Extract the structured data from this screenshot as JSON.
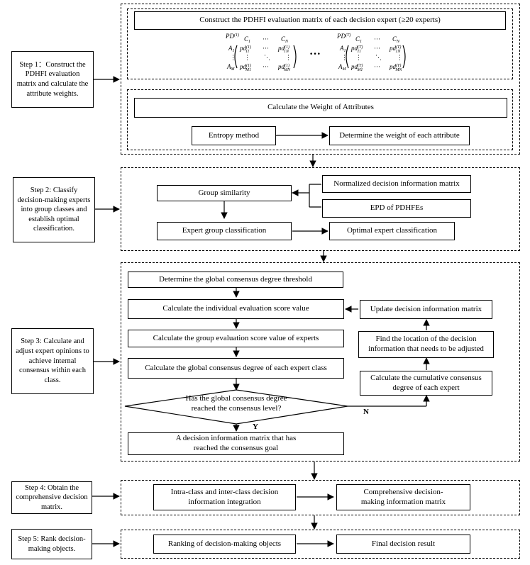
{
  "steps": {
    "step1": "Step 1：Construct the PDHFI evaluation matrix and calculate the attribute weights.",
    "step2": "Step 2: Classify decision-making experts into group classes and establish optimal classification.",
    "step3": "Step 3: Calculate and adjust expert opinions to achieve internal consensus within each class.",
    "step4": "Step 4: Obtain the comprehensive decision matrix.",
    "step5": "Step 5: Rank decision-making objects."
  },
  "stage1": {
    "construct": "Construct the PDHFI evaluation matrix  of each decision expert (≥20 experts)",
    "weight_title": "Calculate the Weight of  Attributes",
    "entropy": "Entropy method",
    "determine_weight": "Determine the weight of each attribute",
    "ellipsis": "···",
    "matrix1": {
      "pd": "PD",
      "sup": "(1)",
      "c1": "C",
      "c1sub": "1",
      "cn": "C",
      "cnsub": "N",
      "a1": "A",
      "a1sub": "1",
      "am": "A",
      "amsub": "M",
      "e11": "pd",
      "e11sup": "(1)",
      "e11sub": "11",
      "e1n": "pd",
      "e1nsup": "(1)",
      "e1nsub": "1N",
      "em1": "pd",
      "em1sup": "(1)",
      "em1sub": "M1",
      "emn": "pd",
      "emnsup": "(1)",
      "emnsub": "MN"
    },
    "matrix2": {
      "pd": "PD",
      "sup": "(T)",
      "c1": "C",
      "c1sub": "1",
      "cn": "C",
      "cnsub": "N",
      "a1": "A",
      "a1sub": "1",
      "am": "A",
      "amsub": "M",
      "e11": "pd",
      "e11sup": "(T)",
      "e11sub": "11",
      "e1n": "pd",
      "e1nsup": "(T)",
      "e1nsub": "1N",
      "em1": "pd",
      "em1sup": "(T)",
      "em1sub": "M1",
      "emn": "pd",
      "emnsup": "(T)",
      "emnsub": "MN"
    }
  },
  "stage2": {
    "group_similarity": "Group similarity",
    "normalized": "Normalized decision information matrix",
    "epd": "EPD of PDHFEs",
    "classification": "Expert group classification",
    "optimal": "Optimal expert classification"
  },
  "stage3": {
    "threshold": "Determine the global consensus degree threshold",
    "individual": "Calculate the individual evaluation score value",
    "group_score": "Calculate the group evaluation score value of experts",
    "global_degree": "Calculate the global consensus degree of each expert class",
    "decision_line1": "Has the global consensus degree",
    "decision_line2": "reached the consensus level?",
    "reached": "A decision information matrix that has reached the consensus goal",
    "update": "Update decision information matrix",
    "find": "Find the location of the decision information that needs to be adjusted",
    "cumulative": "Calculate the cumulative consensus degree of each expert",
    "yes": "Y",
    "no": "N"
  },
  "stage4": {
    "integration": "Intra-class and inter-class decision information integration",
    "comprehensive": "Comprehensive decision-making information matrix"
  },
  "stage5": {
    "ranking": "Ranking of decision-making objects",
    "final": "Final decision result"
  }
}
